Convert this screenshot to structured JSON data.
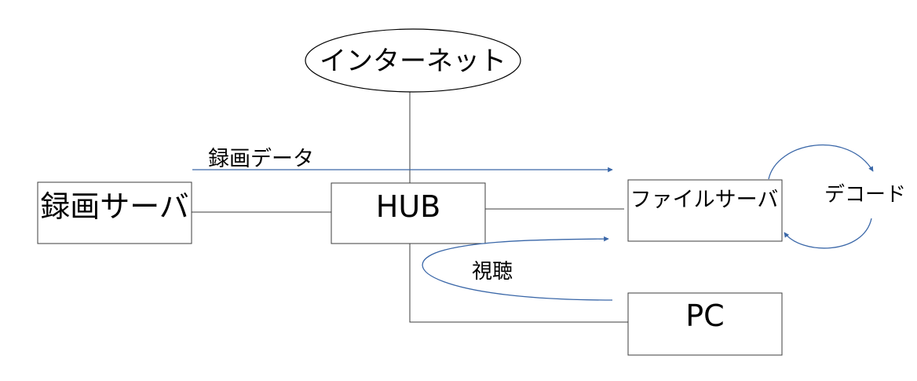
{
  "diagram": {
    "nodes": {
      "internet": {
        "label": "インターネット"
      },
      "recording_server": {
        "label": "録画サーバ"
      },
      "hub": {
        "label": "HUB"
      },
      "file_server": {
        "label": "ファイルサーバ"
      },
      "pc": {
        "label": "PC"
      }
    },
    "flows": {
      "recording_data": {
        "label": "録画データ"
      },
      "viewing": {
        "label": "視聴"
      },
      "decode": {
        "label": "デコード"
      }
    },
    "colors": {
      "arrow": "#3a67a8",
      "line": "#3c3c3c",
      "box_border": "#3c3c3c"
    }
  }
}
